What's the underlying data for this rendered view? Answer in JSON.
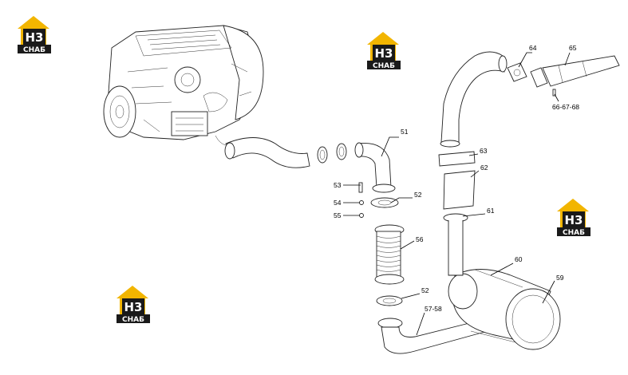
{
  "logo": {
    "mark": "H3",
    "word": "СНАБ",
    "colors": {
      "roof": "#f2b500",
      "body": "#1a1a1a",
      "text": "#ffffff"
    }
  },
  "callouts": [
    {
      "id": "51",
      "label": "51"
    },
    {
      "id": "52a",
      "label": "52"
    },
    {
      "id": "52b",
      "label": "52"
    },
    {
      "id": "53",
      "label": "53"
    },
    {
      "id": "54",
      "label": "54"
    },
    {
      "id": "55",
      "label": "55"
    },
    {
      "id": "56",
      "label": "56"
    },
    {
      "id": "57-58",
      "label": "57-58"
    },
    {
      "id": "59",
      "label": "59"
    },
    {
      "id": "60",
      "label": "60"
    },
    {
      "id": "61",
      "label": "61"
    },
    {
      "id": "62",
      "label": "62"
    },
    {
      "id": "63",
      "label": "63"
    },
    {
      "id": "64",
      "label": "64"
    },
    {
      "id": "65",
      "label": "65"
    },
    {
      "id": "66-67-68",
      "label": "66-67-68"
    }
  ]
}
